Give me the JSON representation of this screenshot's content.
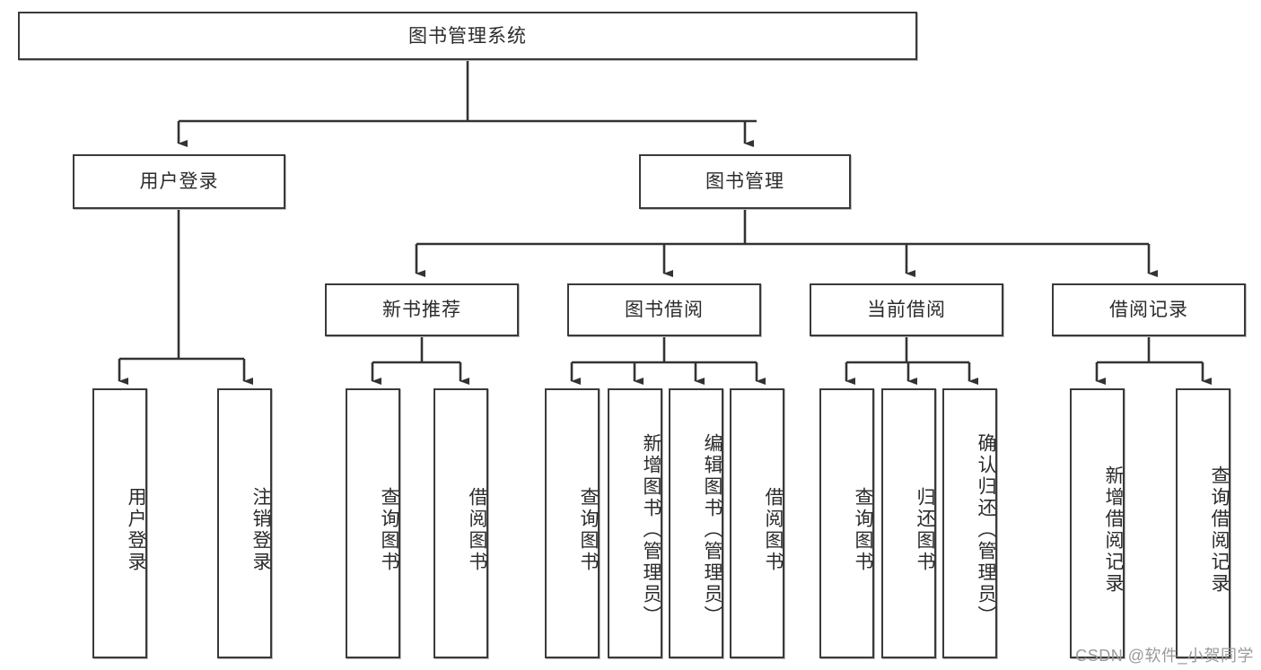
{
  "diagram": {
    "type": "tree-hierarchy-chart",
    "title": "图书管理系统",
    "colors": {
      "box_border": "#3a3a3a",
      "box_fill": "#ffffff",
      "connector": "#333333",
      "text": "#2b2b2b",
      "watermark": "#9a9a9a",
      "background": "#ffffff"
    },
    "root": {
      "label": "图书管理系统"
    },
    "level2": [
      {
        "label": "用户登录"
      },
      {
        "label": "图书管理"
      }
    ],
    "level3": [
      {
        "label": "新书推荐"
      },
      {
        "label": "图书借阅"
      },
      {
        "label": "当前借阅"
      },
      {
        "label": "借阅记录"
      }
    ],
    "leaves": {
      "user_login": [
        {
          "label": "用户登录"
        },
        {
          "label": "注销登录"
        }
      ],
      "new_book": [
        {
          "label": "查询图书"
        },
        {
          "label": "借阅图书"
        }
      ],
      "book_borrow": [
        {
          "label": "查询图书"
        },
        {
          "label": "新增图书（管理员）"
        },
        {
          "label": "编辑图书（管理员）"
        },
        {
          "label": "借阅图书"
        }
      ],
      "current_borrow": [
        {
          "label": "查询图书"
        },
        {
          "label": "归还图书"
        },
        {
          "label": "确认归还（管理员）"
        }
      ],
      "borrow_record": [
        {
          "label": "新增借阅记录"
        },
        {
          "label": "查询借阅记录"
        }
      ]
    },
    "watermark": "CSDN @软件_小贺同学"
  }
}
